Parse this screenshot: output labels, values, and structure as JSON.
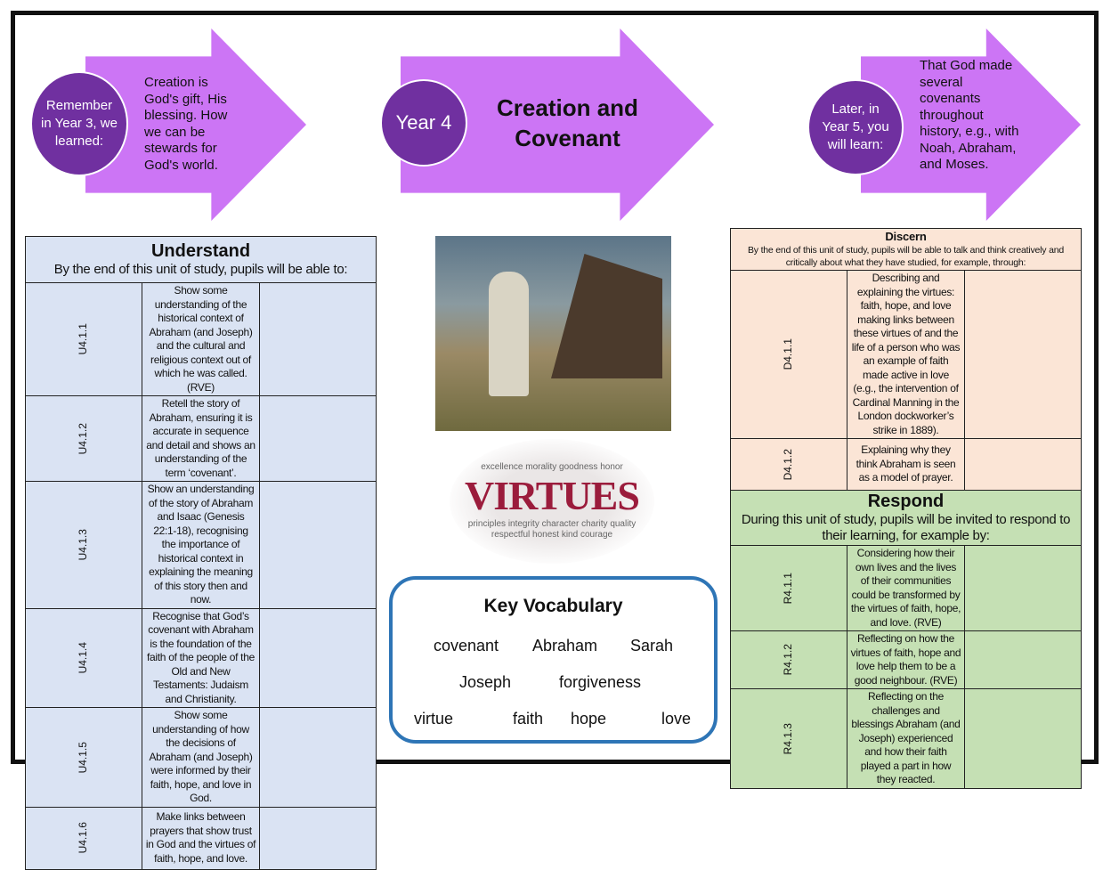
{
  "arrows": {
    "previous": {
      "circle": "Remember in Year 3, we learned:",
      "text": "Creation is God's gift, His blessing. How we can be stewards for God's world."
    },
    "current": {
      "circle": "Year 4",
      "title_line1": "Creation and",
      "title_line2": "Covenant"
    },
    "next": {
      "circle": "Later, in Year 5, you will learn:",
      "text": "That God made several covenants throughout history, e.g., with Noah, Abraham, and Moses."
    }
  },
  "understand": {
    "title": "Understand",
    "subtitle": "By the end of this unit of study, pupils will be able to:",
    "rows": [
      {
        "code": "U4.1.1",
        "text": "Show some understanding of the historical context of Abraham (and Joseph) and the cultural and religious context out of which he was called. (RVE)"
      },
      {
        "code": "U4.1.2",
        "text": "Retell the story of Abraham, ensuring it is accurate in sequence and detail and shows an understanding of the term ‘covenant’."
      },
      {
        "code": "U4.1.3",
        "text": "Show an understanding of the story of Abraham and Isaac (Genesis 22:1-18), recognising the importance of historical context in explaining the meaning of this story then and now."
      },
      {
        "code": "U4.1.4",
        "text": "Recognise that God’s covenant with Abraham is the foundation of the faith of the people of the Old and New Testaments: Judaism and Christianity."
      },
      {
        "code": "U4.1.5",
        "text": "Show some understanding of how the decisions of Abraham (and Joseph) were informed by their faith, hope, and love in God."
      },
      {
        "code": "U4.1.6",
        "text": "Make links between prayers that show trust in God and the virtues of faith, hope, and love."
      }
    ]
  },
  "discern": {
    "title": "Discern",
    "subtitle": "By the end of this unit of study, pupils will be able to talk and think creatively and critically about what they have studied, for example, through:",
    "rows": [
      {
        "code": "D4.1.1",
        "text": "Describing and explaining the virtues: faith, hope, and love making links between these virtues of and the life of a person who was an example of faith made active in love (e.g., the intervention of Cardinal Manning in the London dockworker’s strike in 1889)."
      },
      {
        "code": "D4.1.2",
        "text": "Explaining why they think Abraham is seen as a model of prayer."
      }
    ]
  },
  "respond": {
    "title": "Respond",
    "subtitle": "During this unit of study, pupils will be invited to respond to their learning, for example by:",
    "rows": [
      {
        "code": "R4.1.1",
        "text": "Considering how their own lives and the lives of their communities could be transformed by the virtues of faith, hope, and love. (RVE)"
      },
      {
        "code": "R4.1.2",
        "text": "Reflecting on how the virtues of faith, hope and love help them to be a good neighbour. (RVE)"
      },
      {
        "code": "R4.1.3",
        "text": "Reflecting on the challenges and blessings Abraham (and Joseph) experienced and how their faith played a part in how they reacted."
      }
    ]
  },
  "virtues_image": {
    "word": "VIRTUES",
    "cloud": [
      "excellence",
      "morality",
      "goodness",
      "honor",
      "principles",
      "integrity",
      "character",
      "charity",
      "quality",
      "respectful",
      "honest",
      "kind",
      "courage"
    ]
  },
  "vocab": {
    "title": "Key Vocabulary",
    "words": [
      "covenant",
      "Abraham",
      "Sarah",
      "Joseph",
      "forgiveness",
      "virtue",
      "faith",
      "hope",
      "love"
    ]
  }
}
